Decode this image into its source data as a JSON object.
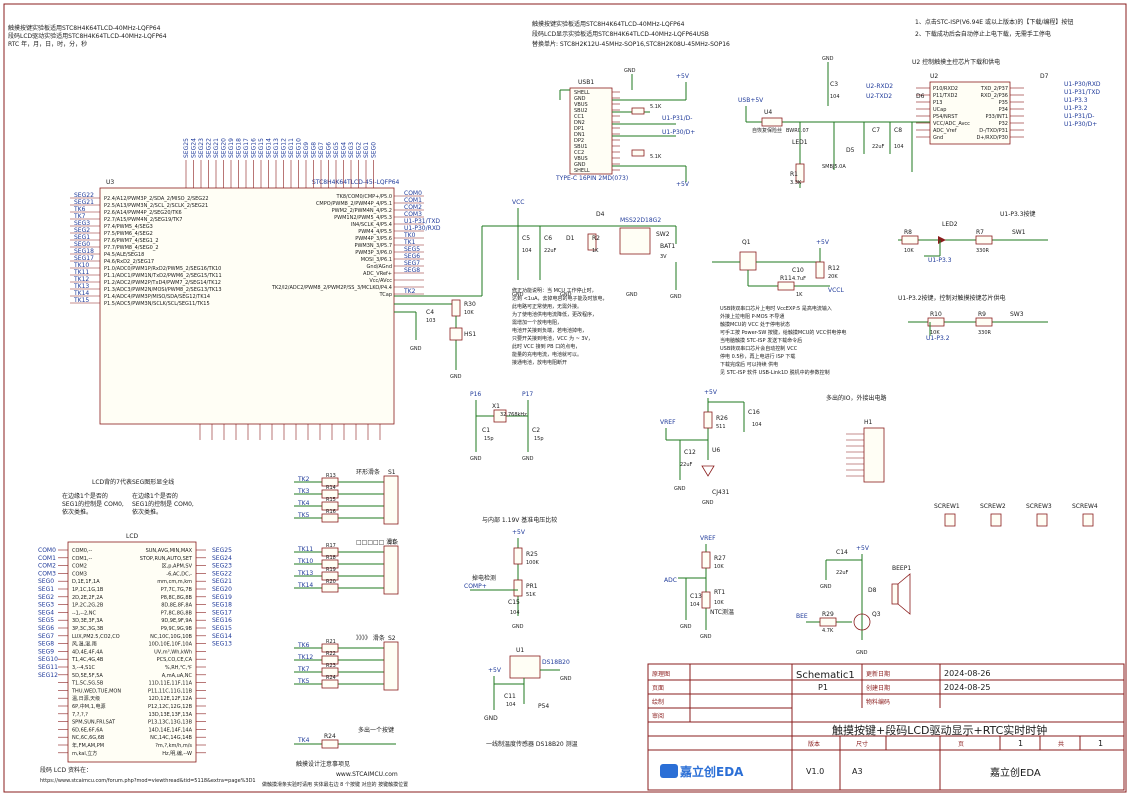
{
  "notes_top_left": [
    "触摸按键实验板适用STC8H4K64TLCD-40MHz-LQFP64",
    "段码LCD驱动实验适用STC8H4K64TLCD-40MHz-LQFP64",
    "RTC 年，月，日，时，分，秒"
  ],
  "notes_top_mid": [
    "触摸按键实验板适用STC8H4K64TLCD-40MHz-LQFP64",
    "段码LCD显示实验板适用STC8H4K64TLCD-40MHz-LQFP64USB",
    "替换单片: STC8H2K12U-45MHz-SOP16,STC8H2K08U-45MHz-SOP16"
  ],
  "notes_top_right": [
    "1、点击STC-ISP(V6.94E 或以上版本)的【下载/编程】按钮",
    "2、下载成功后会自动停止上电下载，无需手工停电"
  ],
  "u2_title": "U2 控制触摸主控芯片下载和供电",
  "u3": {
    "ref": "U3",
    "name": "STC8H4K64TLCD-45I-LQFP64",
    "left_pins": [
      "P2.4/A12/PWM3P_2/SDA_2/MISO_2/SEG22",
      "P2.5/A13/PWM3N_2/SCL_2/SCLK_2/SEG21",
      "P2.6/A14/PWM4P_2/SEG20/TK6",
      "P2.7/A15/PWM4N_2/SEG19/TK7",
      "P7.4/PWM5_4/SEG3",
      "P7.5/PWM6_4/SEG2",
      "P7.6/PWM7_4/SEG1_2",
      "P7.7/PWM8_4/SEG0_2",
      "P4.5/ALE/SEG18",
      "P4.6/RxD2_2/SEG17",
      "P1.0/ADC0/PWM1P/RxD2/PWM5_2/SEG16/TK10",
      "P1.1/ADC1/PWM1N/TxD2/PWM6_2/SEG15/TK11",
      "P1.2/ADC2/PWM2P/TxD4/PWM7_2/SEG14/TK12",
      "P1.3/ADC3/PWM2N/MOSI/PWM8_2/SEG13/TK13",
      "P1.4/ADC4/PWM3P/MISO/SDA/SEG12/TK14",
      "P1.5/ADC5/PWM3N/SCLK/SCL/SEG11/TK15"
    ],
    "right_pins": [
      "TK8/COM0/CMP+/P5.0",
      "CMPO/PWM8_2/PWM4P_4/P5.1",
      "PWM2_2/PWM4N_4/P5.2",
      "PWM1N2/PWM5_4/P5.3",
      "IN4/SCLK_4/P5.4",
      "PWM4_4/P5.5",
      "PWM4P_3/P5.6",
      "PWM3N_3/P5.7",
      "PWM3P_3/P6.0",
      "MOSI_3/P6.1",
      "Gnd/AGnd",
      "ADC_VRef+",
      "Vcc/AVcc",
      "TK2/I2/ADC2/PWM8_2/PWM2P/SS_3/MCLKO/P4.4",
      "TCap"
    ],
    "right_nets": [
      "COM0",
      "COM1",
      "COM2",
      "COM3",
      "U1-P31/TXD",
      "U1-P30/RXD",
      "TK0",
      "TK1",
      "SEG5",
      "SEG6",
      "SEG7",
      "SEG8",
      "",
      "",
      "TK2"
    ],
    "top_nets": [
      "SEG25",
      "SEG24",
      "SEG23",
      "SEG22",
      "SEG21",
      "SEG20",
      "SEG19",
      "SEG18",
      "SEG17",
      "SEG16",
      "SEG15",
      "SEG14",
      "SEG13",
      "SEG12",
      "SEG11",
      "SEG10",
      "SEG9",
      "SEG8",
      "SEG7",
      "SEG6",
      "SEG5",
      "SEG4",
      "SEG3",
      "SEG2",
      "SEG1",
      "SEG0"
    ],
    "left_nets": [
      "SEG22",
      "SEG21",
      "TK6",
      "TK7",
      "SEG3",
      "SEG2",
      "SEG1",
      "SEG0",
      "SEG18",
      "SEG17",
      "TK10",
      "TK11",
      "TK12",
      "TK13",
      "TK14",
      "TK15"
    ]
  },
  "usb": {
    "ref": "USB1",
    "part": "TYPE-C 16PIN 2MD(073)",
    "pins": [
      "SHELL",
      "GND",
      "VBUS",
      "SBU2",
      "CC1",
      "DN2",
      "DP1",
      "DN1",
      "DP2",
      "SBU1",
      "CC2",
      "VBUS",
      "GND",
      "SHELL"
    ],
    "r5": "5.1K",
    "r6": "5.1K",
    "net_vbus": "+5V",
    "nets": [
      "U1-P31/D-",
      "U1-P30/D+"
    ]
  },
  "u2": {
    "ref": "U2",
    "left_pins": [
      "P10/RXD2",
      "P11/TXD2",
      "P13",
      "UCap",
      "P54/NRST",
      "VCC/ADC_Avcc",
      "ADC_Vref",
      "Gnd"
    ],
    "right_pins": [
      "TXD_2/P37",
      "RXD_2/P36",
      "P35",
      "P34",
      "P33/INT1",
      "P32",
      "D-/TXD/P31",
      "D+/RXD/P30"
    ],
    "nets_left": [
      "U2-RXD2",
      "U2-TXD2"
    ],
    "nets_right": [
      "U1-P30/RXD",
      "U1-P31/TXD",
      "U1-P3.3",
      "U1-P3.2",
      "U1-P31/D-",
      "U1-P30/D+"
    ],
    "fuse": "自恢复保险丝",
    "fuse_val": "BWR0.07",
    "u4": "U4",
    "d5": "SMBJ5.0A",
    "r1": "3.3K",
    "c7": "22uF",
    "c8": "104",
    "c3": "104"
  },
  "power": {
    "vcc": "VCC",
    "c5": "104",
    "c6": "22uF",
    "r2": "1K",
    "d1": "D1",
    "d4": "D4",
    "sw": "MSS22D18G2",
    "sw_ref": "SW2",
    "bat": "BAT1",
    "bat_v": "3V",
    "note": [
      "修正功能说明：当 MCU 工作停止时，",
      "达到 <1uA，去掉电容的电子能及时放电，",
      "此电路可正常使用，无需外接。",
      "为了使电池供电电流降低，更改程序，",
      "需增加一个放电电阻，",
      "电池开关接到负端，若电池掉电，",
      "只要开关接到电池，VCC 为 ~ 3V，",
      "此时 VCC 接到 PB 口的点电，",
      "能量的充电电流，电池就可以。",
      "接通电池，放电电阻断开"
    ],
    "c4": "103",
    "r30": "10K",
    "hs1": "HS1"
  },
  "q1": {
    "ref": "Q1",
    "c10": "4.7uF",
    "r11": "1K",
    "r12": "20K",
    "vcc": "VCCL",
    "note": [
      "USB转双串口芯片上电时 VccEXP:5 是高电流输入",
      "外接上拉电阻 P-MOS 不导通",
      "触摸MCU的 VCC 处于停电状态",
      "可手工按 Power-SW 按键，给触摸MCU的 VCC供电停电",
      "当电脑触摸 STC-ISP 发送下载命令后",
      "USB转双串口芯片会自动控制 VCC",
      "停电 0.5秒，再上电进行 ISP 下载",
      "下载完成后 可以持续 供电",
      "见 STC-ISP 软件 USB-Link1D 脱机中的参数控制"
    ]
  },
  "led": {
    "title": "U1-P3.3按键",
    "r8": "10K",
    "led": "LED2",
    "r7": "330R",
    "sw": "SW1",
    "net": "U1-P3.3"
  },
  "sw3": {
    "title": "U1-P3.2按键，控制对触摸按键芯片供电",
    "r10": "10K",
    "r9": "330R",
    "sw": "SW3",
    "net": "U1-P3.2"
  },
  "xtal": {
    "ref": "X1",
    "val": "32.768kHz",
    "c1": "C1",
    "c1v": "15p",
    "c2": "C2",
    "c2v": "15p",
    "p16": "P16",
    "p17": "P17"
  },
  "vref": {
    "net": "VREF",
    "c12": "22uF",
    "r26": "511",
    "c16": "104",
    "u": "CJ431",
    "header_title": "多出的IO，外接出电路",
    "header_ref": "H1"
  },
  "screws": [
    "SCREW1",
    "SCREW2",
    "SCREW3",
    "SCREW4"
  ],
  "touch_groups": [
    {
      "title": "环形滑条",
      "keys": [
        "TK2",
        "TK3",
        "TK4",
        "TK5"
      ],
      "res": [
        "R13",
        "R14",
        "R15",
        "R16"
      ],
      "conn": "S1"
    },
    {
      "title": "□□□□□ 滑条",
      "keys": [
        "TK11",
        "TK10",
        "TK13",
        "TK14"
      ],
      "res": [
        "R17",
        "R18",
        "R19",
        "R20"
      ],
      "conn": "S1"
    },
    {
      "title": "》》》》 滑条",
      "keys": [
        "TK6",
        "TK12",
        "TK7",
        "TK5"
      ],
      "res": [
        "R21",
        "R22",
        "R23",
        "R24"
      ],
      "conn": "S2"
    }
  ],
  "single_key": {
    "title": "多出一个按键",
    "key": "TK4",
    "note": "触摸设计注意事项见"
  },
  "url_bottom": "www.STCAIMCU.com",
  "lcd": {
    "title": "LCD背的7代表SEG图形显全线",
    "note_left": [
      "在边缘1个是否的",
      "SEG1的控制是 COM0,",
      "依次类推。"
    ],
    "note_right": [
      "在边缘1个是否的",
      "SEG1的控制是 COM0,",
      "依次类推。"
    ],
    "ref": "LCD",
    "left_pins": [
      "COM0,--",
      "COM1,--",
      "COM2",
      "COM3",
      "D,1E,1F,1A",
      "1P,1C,1G,1B",
      "2D,2E,2F,2A",
      "1P,2C,2G,2B",
      "--1,--2,NC",
      "3D,3E,3F,3A",
      "3P,3C,3G,3B",
      "LUX,PM2.5,CO2,CO",
      "风,温,湿,雨",
      "4D,4E,4F,4A",
      "T1,4C,4G,4B",
      "3,--4,S1C",
      "5D,5E,5F,5A",
      "T1,5C,5G,5B",
      "THU,WED,TUE,MON",
      "温,日源,天级",
      "6P,中M,1,电源",
      "7,?,?,?",
      "SPM,SUN,FRI,SAT",
      "6D,6E,6F,6A",
      "NC,6C,6G,6B",
      "年,FM,AM,PM",
      "m,kal,立方"
    ],
    "right_pins": [
      "SUN,AVG,MIN,MAX",
      "STOP,RUN,AUTO,SET",
      "区,p,APM,SV",
      "-6,AC,DC,-",
      "mm,cm,m,km",
      "P7,7C,7G,7B",
      "P8,8C,8G,8B",
      "8D,8E,8F,8A",
      "P7,8C,8G,8B",
      "9D,9E,9F,9A",
      "P9,9C,9G,9B",
      "NC,10C,10G,10B",
      "10D,10E,10F,10A",
      "UV,m³,Wh,kWh",
      "PCS,CO,CE,CA",
      "%,RH,℃,℉",
      "A,mA,uA,NC",
      "11D,11E,11F,11A",
      "P11,11C,11G,11B",
      "12D,12E,12F,12A",
      "P12,12C,12G,12B",
      "13D,13E,13F,13A",
      "P13,13C,13G,13B",
      "14D,14E,14F,14A",
      "NC,14C,14G,14B",
      "?m,?,km/h,m/s",
      "Hz,明,编,--W"
    ],
    "left_nets": [
      "COM0",
      "COM1",
      "COM2",
      "COM3",
      "SEG0",
      "SEG1",
      "SEG2",
      "SEG3",
      "SEG4",
      "SEG5",
      "SEG6",
      "SEG7",
      "SEG8",
      "SEG9",
      "SEG10",
      "SEG11",
      "SEG12"
    ],
    "right_nets": [
      "SEG25",
      "SEG24",
      "SEG23",
      "SEG22",
      "SEG21",
      "SEG20",
      "SEG19",
      "SEG18",
      "SEG17",
      "SEG16",
      "SEG15",
      "SEG14",
      "SEG13"
    ],
    "bottom_note": "段码 LCD 资料在：",
    "bottom_url": "https://www.stcaimcu.com/forum.php?mod=viewthread&tid=5118&extra=page%3D1"
  },
  "ntc": {
    "title": "与内部 1.19V 基准电压比较",
    "r25": "100K",
    "pr1": "PR1",
    "pr1v": "51K",
    "c15": "104",
    "label": "掉电检测",
    "vref": "VREF",
    "r27": "10K",
    "c13": "104",
    "rt1": "RT1",
    "rt1v": "10K",
    "ntc_title": "NTC测温"
  },
  "ds18b20": {
    "ref": "U1",
    "part": "DS18B20",
    "c11": "104",
    "net": "+5V",
    "title": "一线制温度传感器 DS18B20 测温"
  },
  "buzzer": {
    "ref": "BEEP1",
    "c14": "22uF",
    "r29": "4.7K",
    "net": "BEE",
    "net_v": "+5V"
  },
  "bottom_caption": "做触摸滑条实验时请用 实体最右边 8 个按键 对应的 按键触摸位置",
  "title_block": {
    "schematic_label": "原理图",
    "schematic": "Schematic1",
    "page_label": "页面",
    "page": "P1",
    "draw_label": "绘制",
    "review_label": "审阅",
    "update_label": "更新日期",
    "update": "2024-08-26",
    "create_label": "创建日期",
    "create": "2024-08-25",
    "part_label": "物料编码",
    "part": "",
    "title": "触摸按键+段码LCD驱动显示+RTC实时时钟",
    "version_label": "版本",
    "version": "V1.0",
    "size_label": "尺寸",
    "size": "A3",
    "page_no_label": "页",
    "page_no": "1",
    "total_label": "共",
    "total": "1",
    "brand": "嘉立创EDA",
    "company": "嘉立创EDA"
  }
}
